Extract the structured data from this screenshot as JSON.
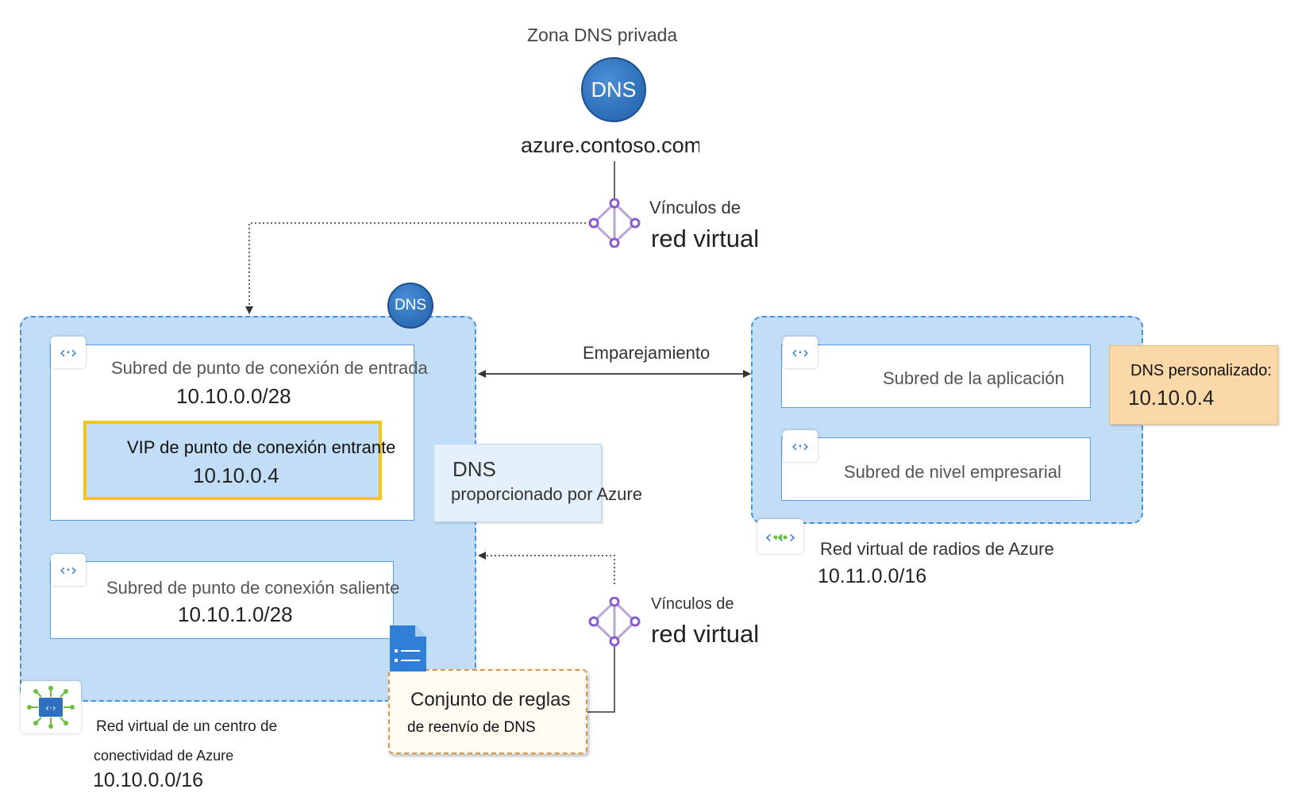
{
  "private_zone": {
    "title": "Zona DNS privada",
    "icon_text": "DNS",
    "domain": "azure.contoso.com"
  },
  "vnet_links_top": {
    "line1": "Vínculos de",
    "line2": "red virtual"
  },
  "vnet_links_bottom": {
    "line1": "Vínculos de",
    "line2": "red virtual"
  },
  "hub": {
    "dns_badge": "DNS",
    "inbound_subnet": {
      "label": "Subred de punto de conexión de entrada",
      "cidr": "10.10.0.0/28"
    },
    "inbound_vip": {
      "label": "VIP de punto de conexión entrante",
      "ip": "10.10.0.4"
    },
    "outbound_subnet": {
      "label": "Subred de punto de conexión saliente",
      "cidr": "10.10.1.0/28"
    },
    "name_line1": "Red virtual de un centro de",
    "name_line2": "conectividad de Azure",
    "cidr": "10.10.0.0/16"
  },
  "azure_dns": {
    "line1": "DNS",
    "line2": "proporcionado por Azure"
  },
  "peering": "Emparejamiento",
  "spoke": {
    "app_subnet": "Subred de la aplicación",
    "business_subnet": "Subred de nivel empresarial",
    "name": "Red virtual de radios de Azure",
    "cidr": "10.11.0.0/16"
  },
  "custom_dns": {
    "label": "DNS personalizado:",
    "ip": "10.10.0.4"
  },
  "ruleset": {
    "line1": "Conjunto de reglas",
    "line2": "de reenvío de DNS"
  },
  "colors": {
    "vnet_fill": "#c2def6",
    "vnet_border": "#4a8fd8",
    "vip_border": "#f5c518",
    "custom_dns_fill": "#fbd8a8",
    "link_icon": "#8a5ad0"
  }
}
